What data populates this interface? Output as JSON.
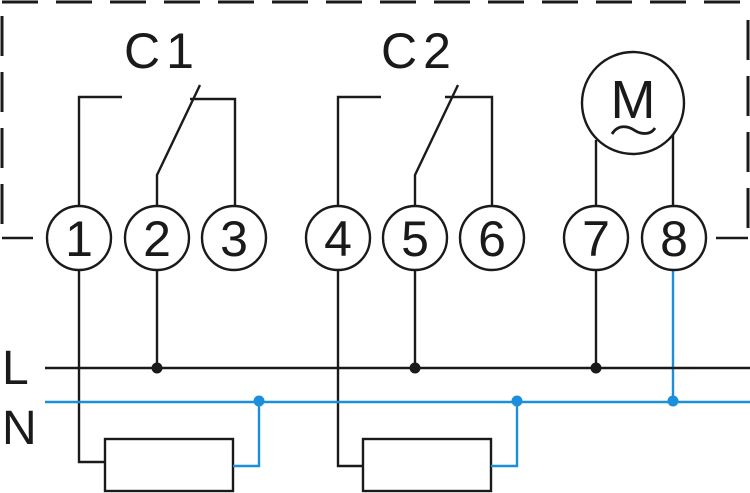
{
  "diagram": {
    "title": "Relay wiring diagram",
    "contacts": [
      {
        "id": "C1",
        "label": "C1",
        "terminals": [
          "1",
          "2",
          "3"
        ]
      },
      {
        "id": "C2",
        "label": "C2",
        "terminals": [
          "4",
          "5",
          "6"
        ]
      }
    ],
    "terminals": [
      "1",
      "2",
      "3",
      "4",
      "5",
      "6",
      "7",
      "8"
    ],
    "motor": {
      "label": "M",
      "symbol": "~",
      "terminals": [
        "7",
        "8"
      ]
    },
    "supply_lines": {
      "live": {
        "label": "L",
        "color": "#1a1a1a"
      },
      "neutral": {
        "label": "N",
        "color": "#1c8fdc"
      }
    },
    "loads": [
      {
        "name": "load-1",
        "from_terminal": "1",
        "to": "N"
      },
      {
        "name": "load-2",
        "from_terminal": "4",
        "to": "N"
      }
    ],
    "connections": [
      {
        "from": "2",
        "to": "L"
      },
      {
        "from": "5",
        "to": "L"
      },
      {
        "from": "7",
        "to": "L"
      },
      {
        "from": "8",
        "to": "N"
      }
    ]
  }
}
